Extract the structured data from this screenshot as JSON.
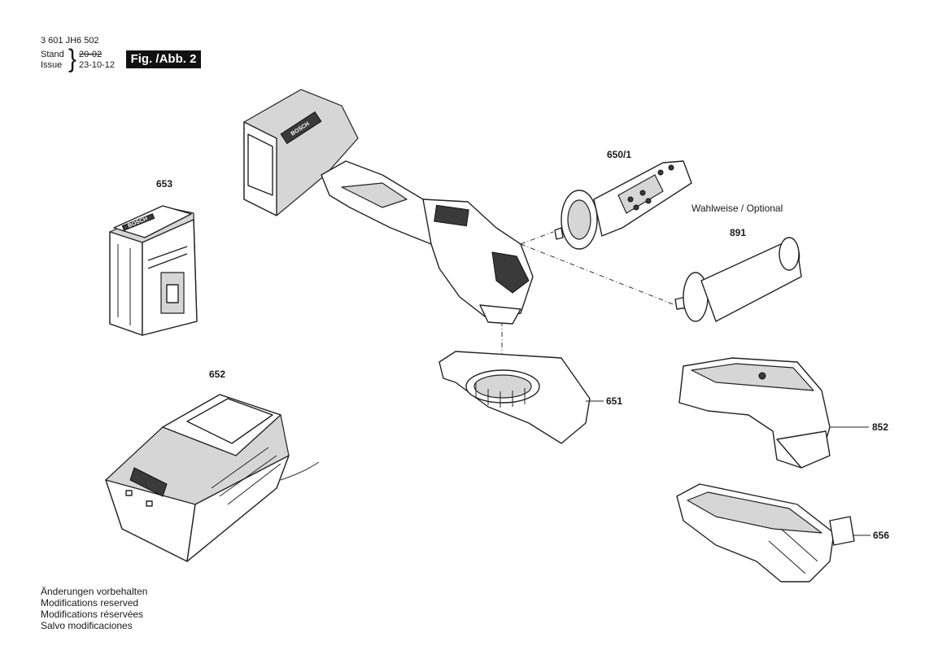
{
  "header": {
    "doc_number": "3 601 JH6 502",
    "stand_label": "Stand",
    "issue_label": "Issue",
    "date_old": "20-02",
    "date_new": "23-10-12",
    "figure_label": "Fig. /Abb. 2"
  },
  "parts": {
    "p653": "653",
    "p652": "652",
    "p650_1": "650/1",
    "p891": "891",
    "p651": "651",
    "p852": "852",
    "p656": "656"
  },
  "optional_note": "Wahlweise / Optional",
  "brand_text": "BOSCH",
  "footer_notes": [
    "Änderungen vorbehalten",
    "Modifications reserved",
    "Modifications réservées",
    "Salvo modificaciones"
  ]
}
